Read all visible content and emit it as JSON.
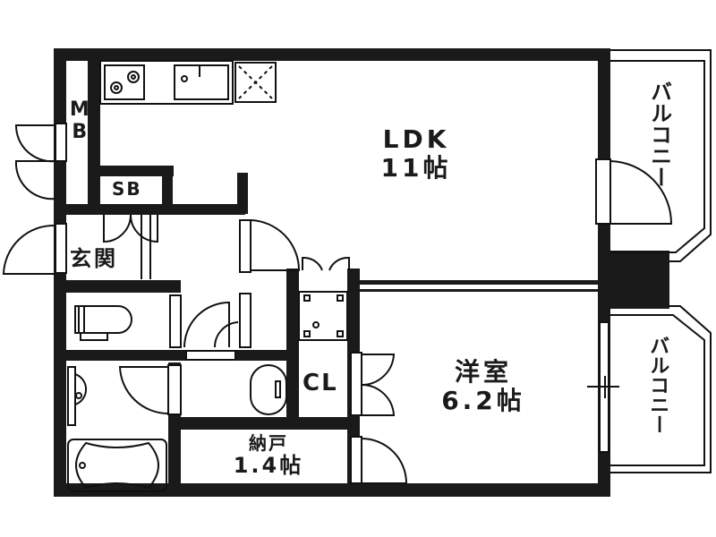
{
  "floor_plan": {
    "rooms": {
      "ldk": {
        "name": "LDK",
        "size": "11帖"
      },
      "western_room": {
        "name": "洋室",
        "size": "6.2帖"
      },
      "storage": {
        "name": "納戸",
        "size": "1.4帖"
      },
      "closet": {
        "name": "CL"
      },
      "entrance": {
        "name": "玄関"
      },
      "shoe_box": {
        "name": "SB"
      },
      "meter_box": {
        "name": "MB"
      },
      "balcony_upper": {
        "name": "バルコニー"
      },
      "balcony_lower": {
        "name": "バルコニー"
      }
    },
    "fixtures": [
      "gas-stove",
      "kitchen-sink",
      "refrigerator-space",
      "toilet",
      "washbasin",
      "bathtub",
      "washing-machine-pan",
      "vanity"
    ],
    "colors": {
      "wall": "#1a1a1a",
      "background": "#ffffff",
      "line": "#111111"
    }
  }
}
